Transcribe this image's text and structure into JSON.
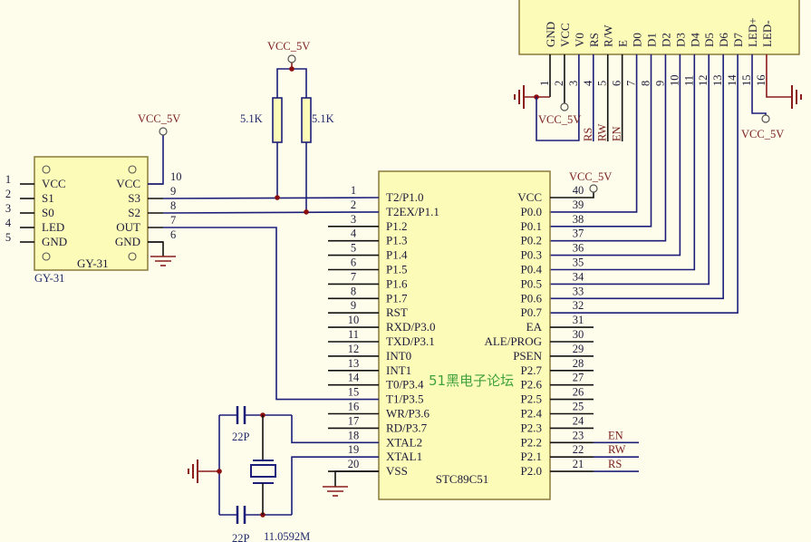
{
  "power_label": "VCC_5V",
  "watermark": "51黑电子论坛",
  "mcu": {
    "name": "STC89C51",
    "left_pins": [
      {
        "num": "1",
        "label": "T2/P1.0"
      },
      {
        "num": "2",
        "label": "T2EX/P1.1"
      },
      {
        "num": "3",
        "label": "P1.2"
      },
      {
        "num": "4",
        "label": "P1.3"
      },
      {
        "num": "5",
        "label": "P1.4"
      },
      {
        "num": "6",
        "label": "P1.5"
      },
      {
        "num": "7",
        "label": "P1.6"
      },
      {
        "num": "8",
        "label": "P1.7"
      },
      {
        "num": "9",
        "label": "RST"
      },
      {
        "num": "10",
        "label": "RXD/P3.0"
      },
      {
        "num": "11",
        "label": "TXD/P3.1"
      },
      {
        "num": "12",
        "label": "INT0"
      },
      {
        "num": "13",
        "label": "INT1"
      },
      {
        "num": "14",
        "label": "T0/P3.4"
      },
      {
        "num": "15",
        "label": "T1/P3.5"
      },
      {
        "num": "16",
        "label": "WR/P3.6"
      },
      {
        "num": "17",
        "label": "RD/P3.7"
      },
      {
        "num": "18",
        "label": "XTAL2"
      },
      {
        "num": "19",
        "label": "XTAL1"
      },
      {
        "num": "20",
        "label": "VSS"
      }
    ],
    "right_pins": [
      {
        "num": "40",
        "label": "VCC"
      },
      {
        "num": "39",
        "label": "P0.0"
      },
      {
        "num": "38",
        "label": "P0.1"
      },
      {
        "num": "37",
        "label": "P0.2"
      },
      {
        "num": "36",
        "label": "P0.3"
      },
      {
        "num": "35",
        "label": "P0.4"
      },
      {
        "num": "34",
        "label": "P0.5"
      },
      {
        "num": "33",
        "label": "P0.6"
      },
      {
        "num": "32",
        "label": "P0.7"
      },
      {
        "num": "31",
        "label": "EA"
      },
      {
        "num": "30",
        "label": "ALE/PROG"
      },
      {
        "num": "29",
        "label": "PSEN"
      },
      {
        "num": "28",
        "label": "P2.7"
      },
      {
        "num": "27",
        "label": "P2.6"
      },
      {
        "num": "26",
        "label": "P2.5"
      },
      {
        "num": "25",
        "label": "P2.4"
      },
      {
        "num": "24",
        "label": "P2.3"
      },
      {
        "num": "23",
        "label": "P2.2"
      },
      {
        "num": "22",
        "label": "P2.1"
      },
      {
        "num": "21",
        "label": "P2.0"
      }
    ]
  },
  "lcd": {
    "pins": [
      {
        "num": "1",
        "label": "GND"
      },
      {
        "num": "2",
        "label": "VCC"
      },
      {
        "num": "3",
        "label": "V0"
      },
      {
        "num": "4",
        "label": "RS"
      },
      {
        "num": "5",
        "label": "R/W"
      },
      {
        "num": "6",
        "label": "E"
      },
      {
        "num": "7",
        "label": "D0"
      },
      {
        "num": "8",
        "label": "D1"
      },
      {
        "num": "9",
        "label": "D2"
      },
      {
        "num": "10",
        "label": "D3"
      },
      {
        "num": "11",
        "label": "D4"
      },
      {
        "num": "12",
        "label": "D5"
      },
      {
        "num": "13",
        "label": "D6"
      },
      {
        "num": "14",
        "label": "D7"
      },
      {
        "num": "15",
        "label": "LED+"
      },
      {
        "num": "16",
        "label": "LED-"
      }
    ]
  },
  "nets": {
    "rs": "RS",
    "rw": "RW",
    "en": "EN"
  },
  "sensor": {
    "name": "GY-31",
    "ref": "GY-31",
    "left_pins": [
      {
        "num": "1",
        "label": "VCC"
      },
      {
        "num": "2",
        "label": "S1"
      },
      {
        "num": "3",
        "label": "S0"
      },
      {
        "num": "4",
        "label": "LED"
      },
      {
        "num": "5",
        "label": "GND"
      }
    ],
    "right_pins": [
      {
        "num": "10",
        "label": "VCC"
      },
      {
        "num": "9",
        "label": "S3"
      },
      {
        "num": "8",
        "label": "S2"
      },
      {
        "num": "7",
        "label": "OUT"
      },
      {
        "num": "6",
        "label": "GND"
      }
    ]
  },
  "resistors": [
    "5.1K",
    "5.1K"
  ],
  "capacitors": [
    "22P",
    "22P"
  ],
  "crystal": "11.0592M",
  "colors": {
    "wire": "#1c1f7a",
    "pin": "#111111",
    "power": "#8a1c1c",
    "chip_fill": "#fdfbb8",
    "chip_stroke": "#8a7a3a",
    "background": "#fefcea"
  }
}
